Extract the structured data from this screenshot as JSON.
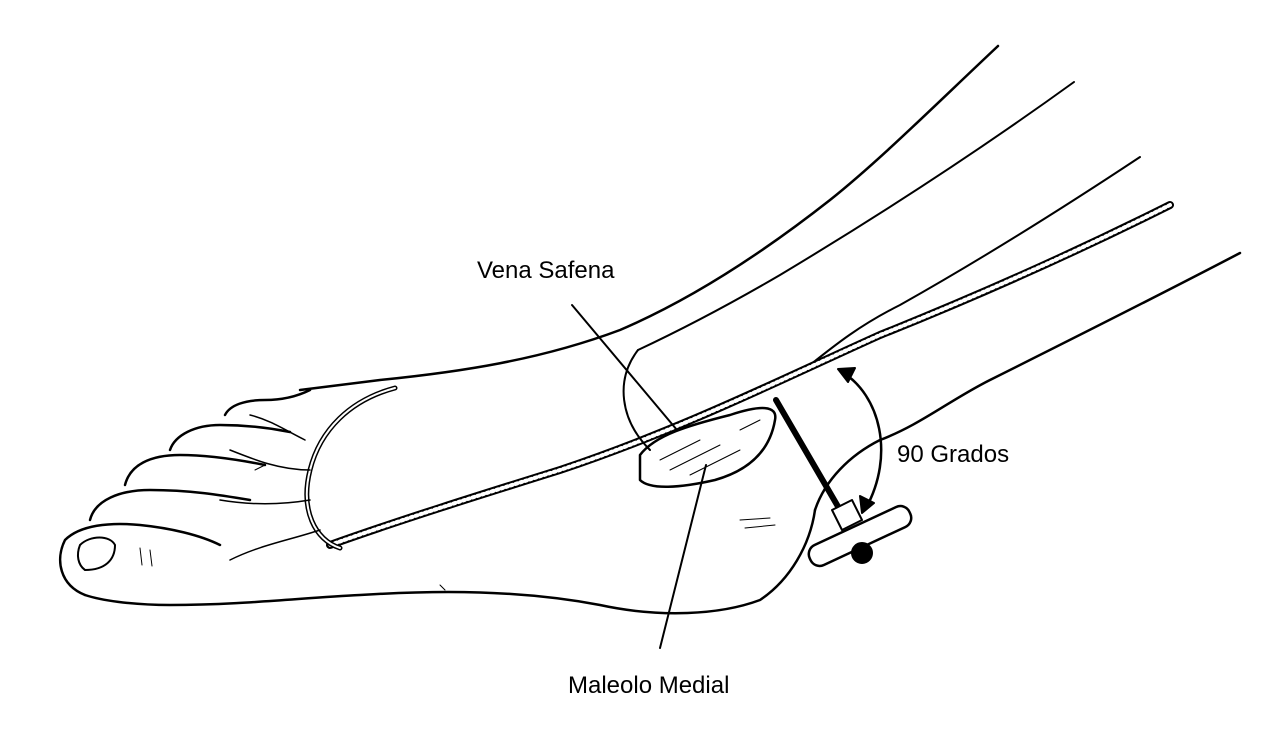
{
  "labels": {
    "vena_safena": "Vena Safena",
    "maleolo_medial": "Maleolo Medial",
    "angle": "90 Grados"
  },
  "colors": {
    "ink": "#000000",
    "background": "#ffffff"
  }
}
